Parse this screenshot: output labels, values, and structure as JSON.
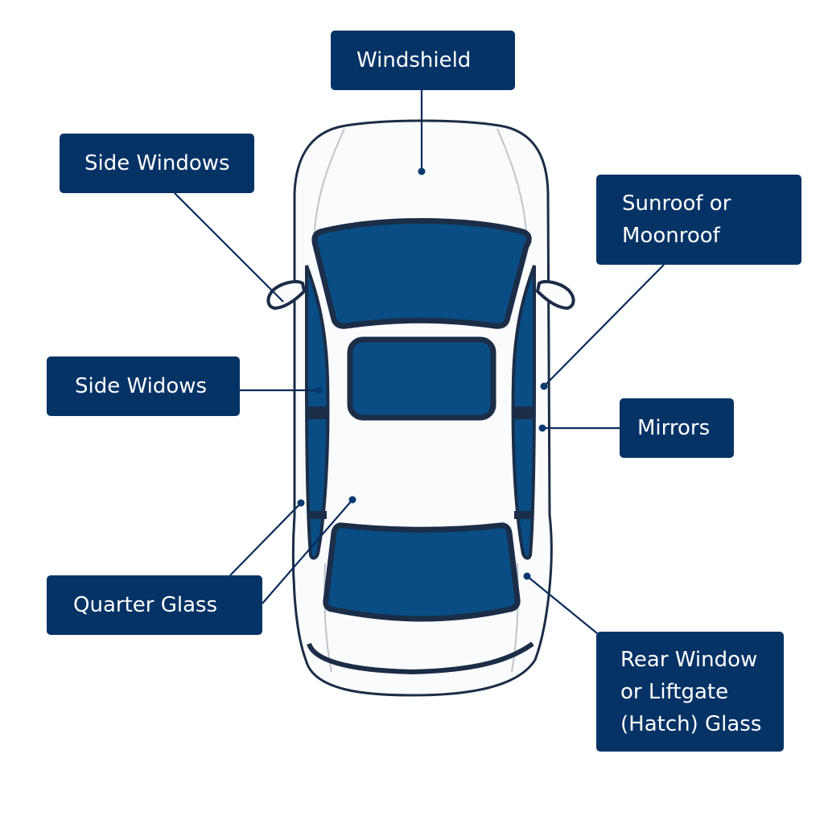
{
  "diagram": {
    "type": "labeled-illustration",
    "subject": "Car top view with auto glass locations",
    "colors": {
      "label_bg": "#063366",
      "label_text": "#ffffff",
      "glass": "#0a4d85",
      "outline": "#1b2d47",
      "body": "#fafbfc",
      "leader": "#0a2a5a"
    },
    "labels": {
      "windshield": {
        "lines": [
          "Windshield"
        ]
      },
      "side_windows": {
        "lines": [
          "Side Windows"
        ]
      },
      "sunroof": {
        "lines": [
          "Sunroof or",
          "Moonroof"
        ]
      },
      "side_widows": {
        "lines": [
          "Side Widows"
        ]
      },
      "mirrors": {
        "lines": [
          "Mirrors"
        ]
      },
      "quarter_glass": {
        "lines": [
          "Quarter Glass"
        ]
      },
      "rear_window": {
        "lines": [
          "Rear Window",
          "or Liftgate",
          "(Hatch) Glass"
        ]
      }
    }
  }
}
